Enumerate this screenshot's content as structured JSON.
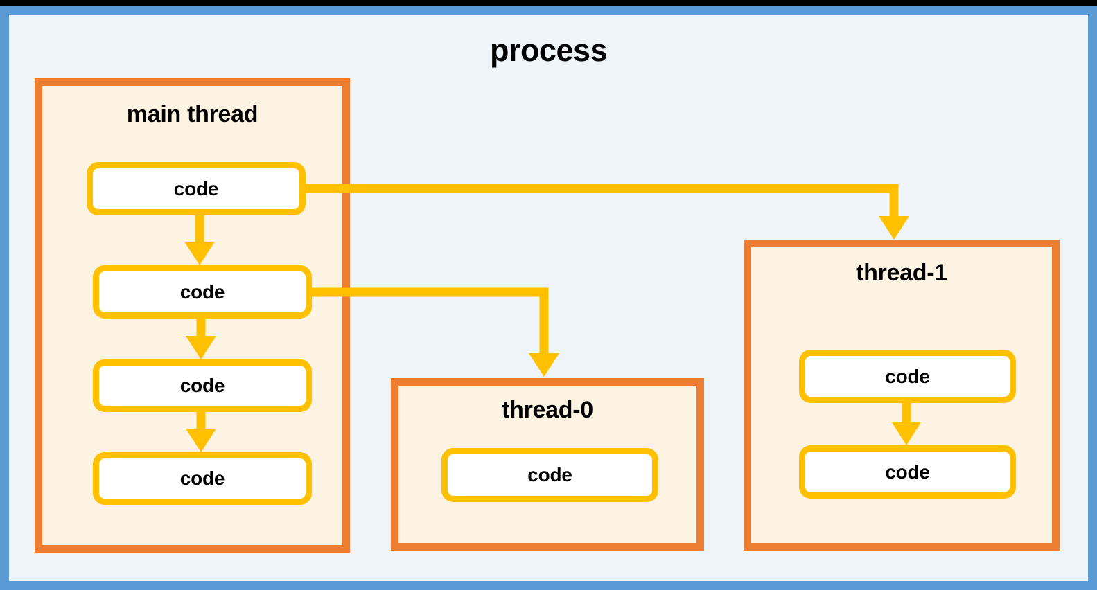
{
  "diagram": {
    "title": "process",
    "accent_colors": {
      "process_border": "#5b9bd5",
      "process_fill": "#eff4f9",
      "thread_border": "#ed7d31",
      "thread_fill": "#fdf3e3",
      "code_border": "#ffc000",
      "code_fill": "#ffffff",
      "arrow": "#ffc000",
      "text": "#000000",
      "top_bar": "#000000"
    },
    "threads": [
      {
        "id": "main-thread",
        "label": "main thread",
        "code_blocks": [
          {
            "label": "code"
          },
          {
            "label": "code"
          },
          {
            "label": "code"
          },
          {
            "label": "code"
          }
        ]
      },
      {
        "id": "thread-0",
        "label": "thread-0",
        "code_blocks": [
          {
            "label": "code"
          }
        ]
      },
      {
        "id": "thread-1",
        "label": "thread-1",
        "code_blocks": [
          {
            "label": "code"
          },
          {
            "label": "code"
          }
        ]
      }
    ],
    "connections": [
      {
        "from": "main-thread.code.0",
        "to": "thread-1",
        "style": "orthogonal-arrow"
      },
      {
        "from": "main-thread.code.1",
        "to": "thread-0",
        "style": "orthogonal-arrow"
      },
      {
        "from": "main-thread.code.0",
        "to": "main-thread.code.1",
        "style": "vertical-arrow"
      },
      {
        "from": "main-thread.code.1",
        "to": "main-thread.code.2",
        "style": "vertical-arrow"
      },
      {
        "from": "main-thread.code.2",
        "to": "main-thread.code.3",
        "style": "vertical-arrow"
      },
      {
        "from": "thread-1.code.0",
        "to": "thread-1.code.1",
        "style": "vertical-arrow"
      }
    ]
  }
}
